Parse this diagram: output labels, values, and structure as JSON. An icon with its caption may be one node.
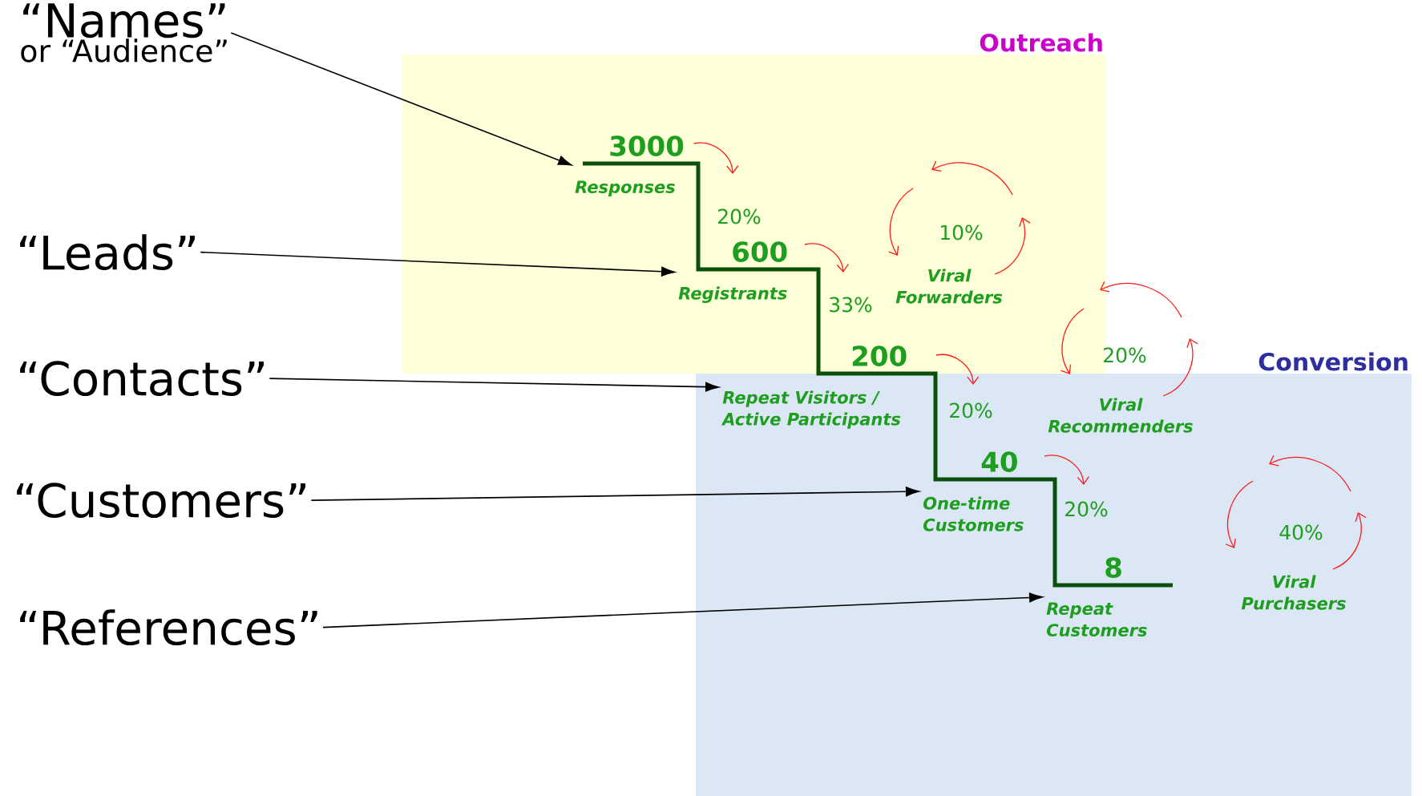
{
  "diagram": {
    "nodes": [
      {
        "text": [
          "Outreach"
        ]
      },
      {
        "text": [
          "Conversion"
        ]
      },
      {
        "text": [
          "“Names”",
          "or “Audience”"
        ]
      },
      {
        "text": [
          "“Leads”"
        ]
      },
      {
        "text": [
          "“Contacts”"
        ]
      },
      {
        "text": [
          "“Customers”"
        ]
      },
      {
        "text": [
          "“References”"
        ]
      },
      {
        "text": [
          "3000",
          "Responses"
        ],
        "in": 0
      },
      {
        "text": [
          "600",
          "Registrants"
        ],
        "in": 0
      },
      {
        "text": [
          "200",
          "Repeat Visitors / Active Participants"
        ]
      },
      {
        "text": [
          "40",
          "One-time Customers"
        ],
        "in": 1
      },
      {
        "text": [
          "8",
          "Repeat Customers"
        ],
        "in": 1
      }
    ],
    "edges": [
      {
        "from": 2,
        "to": 7,
        "arrow": "to"
      },
      {
        "from": 3,
        "to": 8,
        "arrow": "to"
      },
      {
        "from": 4,
        "to": 9,
        "arrow": "to"
      },
      {
        "from": 5,
        "to": 10,
        "arrow": "to"
      },
      {
        "from": 6,
        "to": 11,
        "arrow": "to"
      }
    ],
    "labels": [
      "20%",
      "10%",
      "Viral Forwarders",
      "33%",
      "20%",
      "20%",
      "Viral Recommenders",
      "20%",
      "40%",
      "Viral Purchasers"
    ]
  }
}
